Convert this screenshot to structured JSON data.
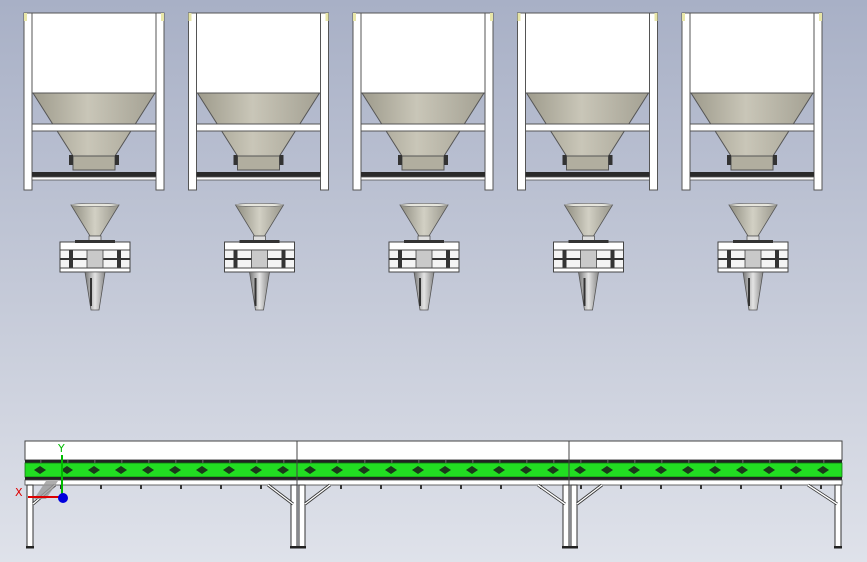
{
  "viewport": {
    "title": "",
    "background_top": "#a8b0c6",
    "background_bottom": "#dfe2ea"
  },
  "hoppers": {
    "count": 5,
    "body_color": "#ffffff",
    "cone_color": "#b5b2a3",
    "frame_color": "#555555"
  },
  "dispensers": {
    "count": 5,
    "funnel_color": "#b4b2a5"
  },
  "conveyor": {
    "sections": 3,
    "belt_color": "#22dd22",
    "slot_color": "#1a3a1a"
  },
  "triad": {
    "x_label": "X",
    "y_label": "Y",
    "x_color": "#dd0000",
    "y_color": "#00bb00",
    "z_color": "#0000dd"
  }
}
